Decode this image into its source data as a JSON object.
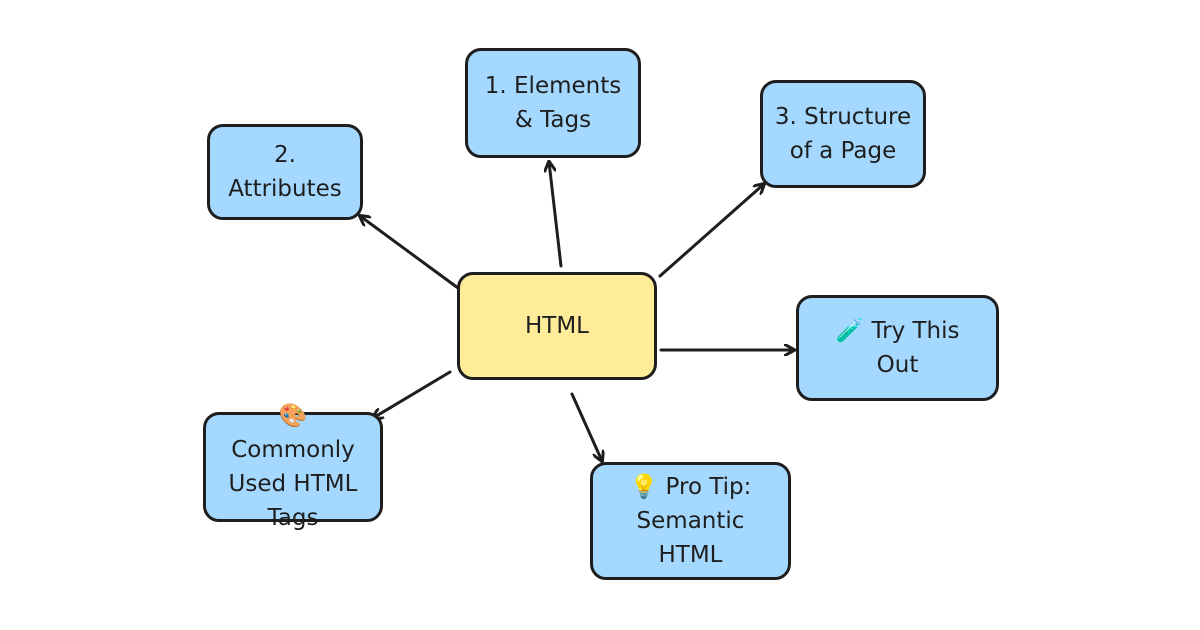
{
  "colors": {
    "center_fill": "#ffec99",
    "topic_fill": "#a5d8ff",
    "stroke": "#1e1e1e"
  },
  "center": {
    "label": "HTML"
  },
  "topics": [
    {
      "label": "1. Elements & Tags"
    },
    {
      "label": "2. Attributes"
    },
    {
      "label": "3. Structure of a Page"
    },
    {
      "label": "🧪 Try This Out"
    },
    {
      "label": "🎨 Commonly Used HTML Tags"
    },
    {
      "label": "💡 Pro Tip: Semantic HTML"
    }
  ]
}
